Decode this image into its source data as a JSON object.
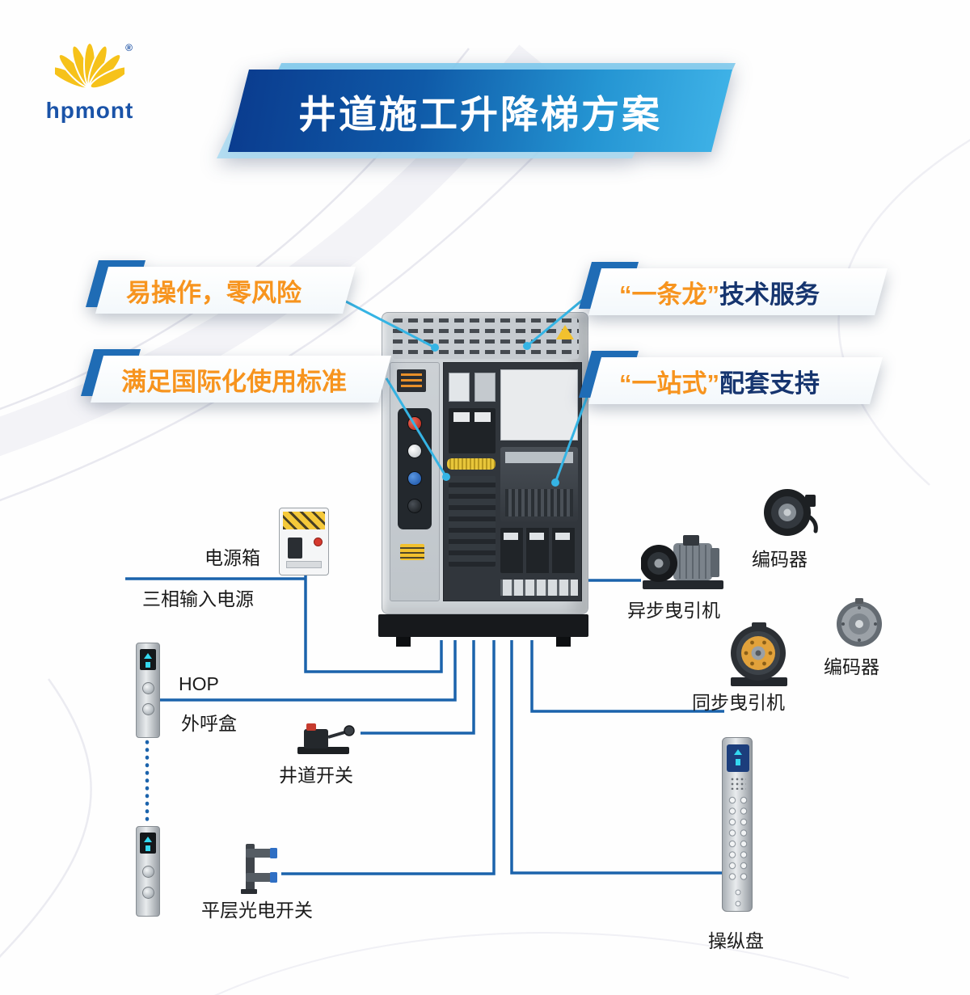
{
  "brand": {
    "name": "hpmont",
    "registered_mark": "®"
  },
  "title": "井道施工升降梯方案",
  "features": [
    {
      "accent": "易操作，零风险",
      "rest": ""
    },
    {
      "accent": "满足国际化使用标准",
      "rest": ""
    },
    {
      "accent": "“一条龙”",
      "rest": "技术服务"
    },
    {
      "accent": "“一站式”",
      "rest": "配套支持"
    }
  ],
  "labels": {
    "power_box": "电源箱",
    "three_phase_input": "三相输入电源",
    "hop": "HOP",
    "call_box": "外呼盒",
    "hoistway_switch": "井道开关",
    "leveling_photo_switch": "平层光电开关",
    "cop": "操纵盘",
    "encoder_top": "编码器",
    "async_traction_machine": "异步曳引机",
    "sync_traction_machine": "同步曳引机",
    "encoder_right": "编码器"
  },
  "colors": {
    "accent_orange": "#f7941e",
    "navy_text": "#16356f",
    "banner_blue_dark": "#0a3a8d",
    "banner_blue_light": "#41b5e9",
    "line_blue": "#1b63ac",
    "callout_cyan": "#35b4e4"
  }
}
